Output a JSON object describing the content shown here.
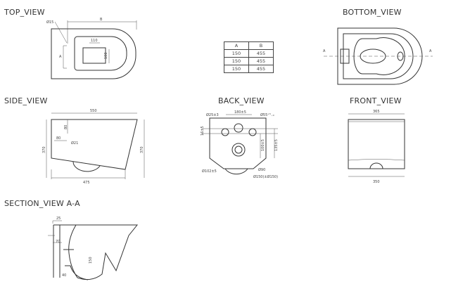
{
  "views": {
    "top": {
      "title": "TOP_VIEW",
      "dims": {
        "hole": "Ø15",
        "length": "B",
        "offset": "A",
        "inner_w": "110",
        "inner_h": "100"
      }
    },
    "bottom": {
      "title": "BOTTOM_VIEW",
      "section_mark": "A"
    },
    "side": {
      "title": "SIDE_VIEW",
      "dims": {
        "length_top": "550",
        "length_bottom": "475",
        "height_left": "370",
        "height_right": "370",
        "inlet_h": "80",
        "inlet_x": "80",
        "inlet_d": "Ø21"
      }
    },
    "back": {
      "title": "BACK_VIEW",
      "dims": {
        "bolt_d": "Ø25±3",
        "bolt_spacing": "180±5",
        "inlet_d": "Ø55⁺⁵₋₀",
        "v1": "16±5",
        "v2": "100±5",
        "v3": "135±5",
        "outlet_d": "Ø102±5",
        "pipe_d": "Ø90",
        "flange_d": "Ø150(±Ø150)"
      }
    },
    "front": {
      "title": "FRONT_VIEW",
      "dims": {
        "width_top": "365",
        "width_bottom": "350"
      }
    },
    "section": {
      "title": "SECTION_VIEW  A-A",
      "dims": {
        "d1": "25",
        "d2": "70",
        "d3": "40",
        "d4": "150"
      }
    }
  },
  "table": {
    "headers": [
      "A",
      "B"
    ],
    "rows": [
      [
        "150",
        "455"
      ],
      [
        "150",
        "455"
      ],
      [
        "150",
        "455"
      ]
    ]
  }
}
